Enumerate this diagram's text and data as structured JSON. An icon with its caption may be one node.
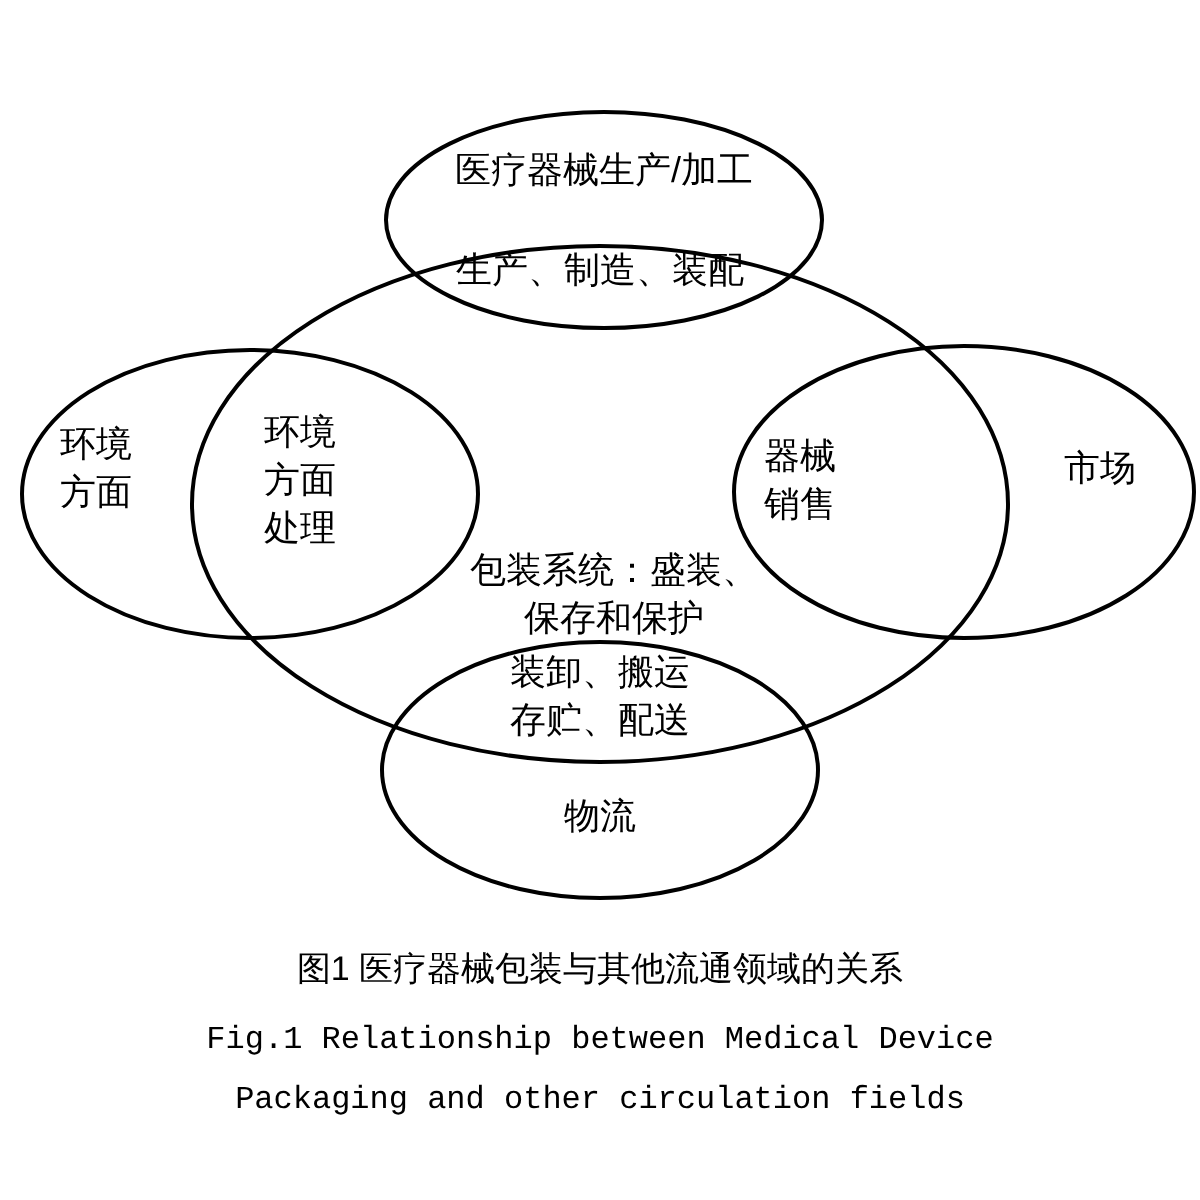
{
  "diagram": {
    "caption": "图1 医疗器械包装与其他流通领域的关系",
    "nodes": [
      {
        "text": [
          "医疗器械生产/加工"
        ]
      },
      {
        "text": [
          "环境方面"
        ]
      },
      {
        "text": [
          "包装系统：盛装、保存和保护"
        ]
      },
      {
        "text": [
          "市场"
        ]
      },
      {
        "text": [
          "物流"
        ]
      }
    ],
    "labels": [
      "生产、制造、装配",
      "环境方面处理",
      "器械销售",
      "装卸、搬运存贮、配送",
      "Fig.1 Relationship between Medical Device Packaging and other circulation fields"
    ]
  }
}
